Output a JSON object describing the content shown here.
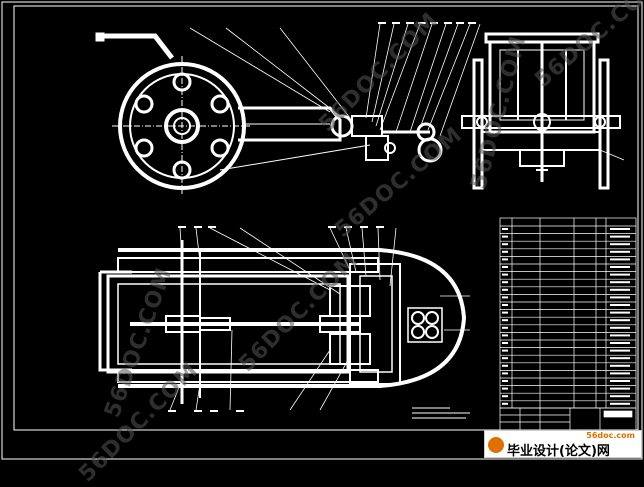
{
  "watermark": {
    "site_text": "56DOC.COM"
  },
  "footer_logo": {
    "site": "56doc.com",
    "name": "毕业设计(论文)网"
  },
  "colors": {
    "background": "#000000",
    "lines": "#ffffff",
    "watermark": "#555555",
    "logo_accent": "#e07000"
  }
}
